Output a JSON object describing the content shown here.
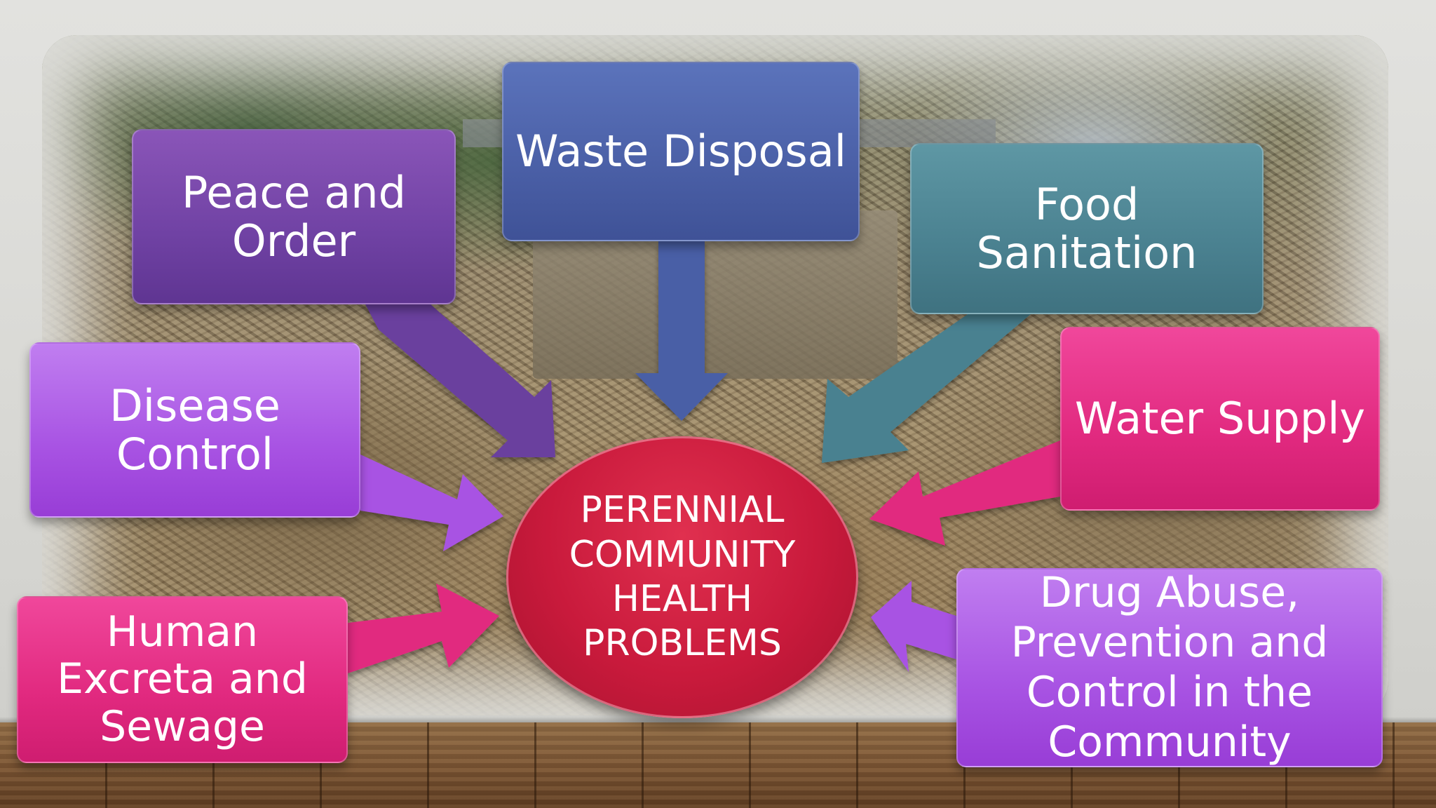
{
  "diagram": {
    "center": {
      "lines": [
        "PERENNIAL",
        "COMMUNITY",
        "HEALTH",
        "PROBLEMS"
      ],
      "color": "#c91a3c"
    },
    "nodes": [
      {
        "id": "waste",
        "lines": [
          "Waste Disposal"
        ],
        "color": "#4a5fa6"
      },
      {
        "id": "peace",
        "lines": [
          "Peace and",
          "Order"
        ],
        "color": "#7042a4"
      },
      {
        "id": "food",
        "lines": [
          "Food",
          "Sanitation"
        ],
        "color": "#4a8190"
      },
      {
        "id": "disease",
        "lines": [
          "Disease",
          "Control"
        ],
        "color": "#a853e3"
      },
      {
        "id": "water",
        "lines": [
          "Water Supply"
        ],
        "color": "#e1297f"
      },
      {
        "id": "excreta",
        "lines": [
          "Human",
          "Excreta and",
          "Sewage"
        ],
        "color": "#e1297f"
      },
      {
        "id": "drug",
        "lines": [
          "Drug Abuse,",
          "Prevention and",
          "Control in the",
          "Community"
        ],
        "color": "#a853e3"
      }
    ],
    "edges": [
      {
        "from": "waste",
        "to": "center"
      },
      {
        "from": "peace",
        "to": "center"
      },
      {
        "from": "food",
        "to": "center"
      },
      {
        "from": "disease",
        "to": "center"
      },
      {
        "from": "water",
        "to": "center"
      },
      {
        "from": "excreta",
        "to": "center"
      },
      {
        "from": "drug",
        "to": "center"
      }
    ]
  }
}
